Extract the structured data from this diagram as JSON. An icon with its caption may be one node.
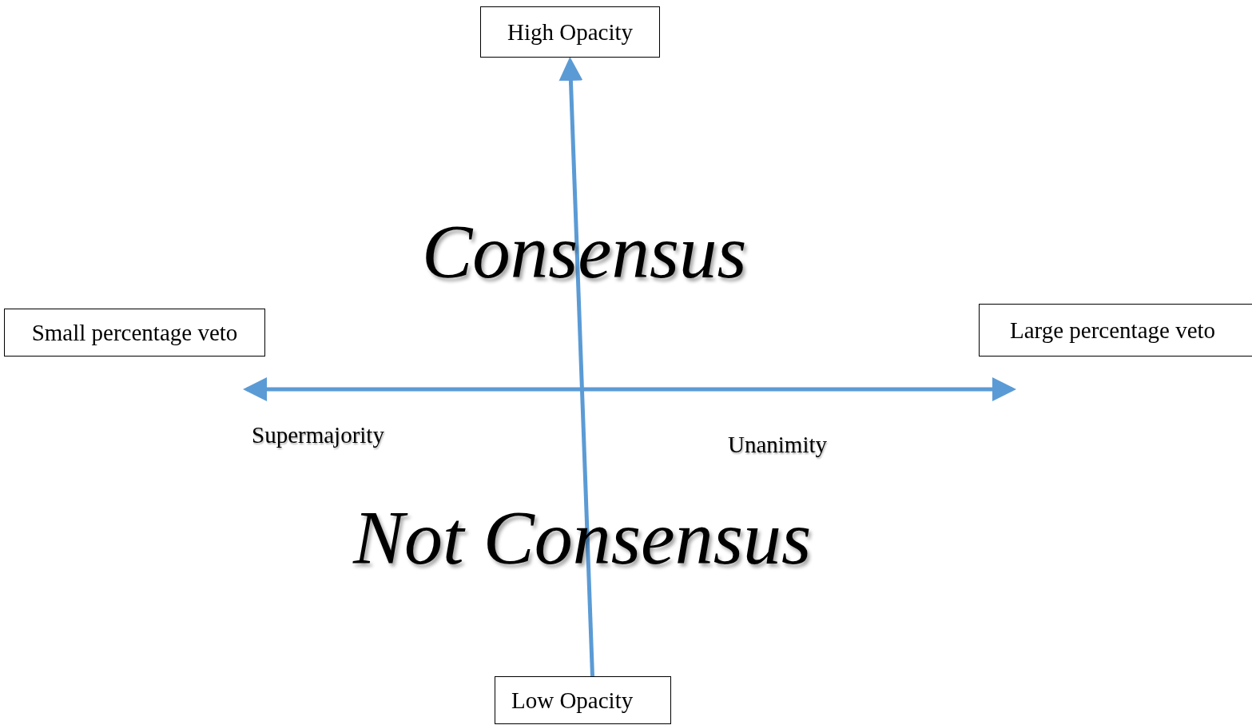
{
  "diagram": {
    "nodes": [
      {
        "text": [
          "High Opacity"
        ]
      },
      {
        "text": [
          "Small percentage veto"
        ]
      },
      {
        "text": [
          "Large percentage veto"
        ]
      },
      {
        "text": [
          "Low Opacity"
        ]
      }
    ],
    "edges": [
      {
        "from": 3,
        "to": 0,
        "arrow": "to"
      },
      {
        "from": 1,
        "to": 2,
        "arrow": "both"
      }
    ],
    "labels": [
      "Consensus",
      "Supermajority",
      "Unanimity",
      "Not Consensus"
    ]
  }
}
